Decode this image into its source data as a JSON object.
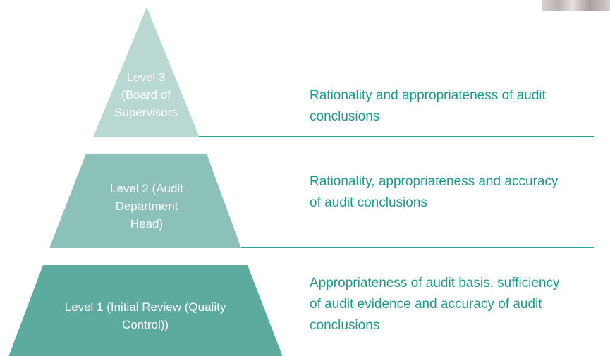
{
  "levels": [
    {
      "label": "Level 3\n(Board of\nSupervisors",
      "description": "Rationality and appropriateness of audit\nconclusions",
      "color": "#b9d8d2"
    },
    {
      "label": "Level 2 (Audit\nDepartment\nHead)",
      "description": "Rationality, appropriateness and accuracy\nof audit conclusions",
      "color": "#8bc1b8"
    },
    {
      "label": "Level 1 (Initial Review (Quality\nControl))",
      "description": "Appropriateness of audit basis, sufficiency\nof audit evidence and accuracy of audit\nconclusions",
      "color": "#5daa9e"
    }
  ],
  "colors": {
    "text_accent": "#1a9c8c",
    "rule": "#2aa594"
  }
}
